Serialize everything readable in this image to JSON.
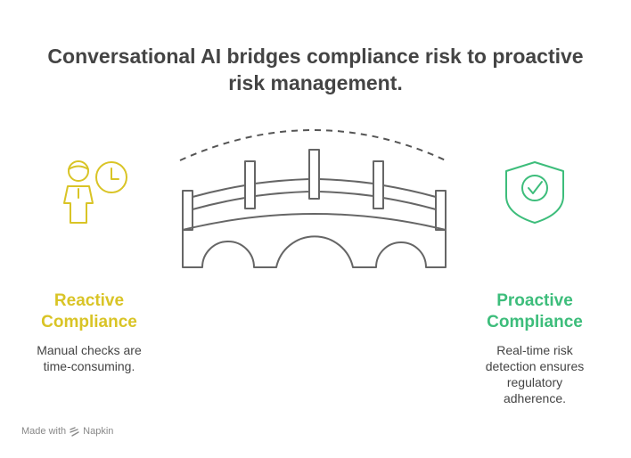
{
  "title": {
    "line1": "Conversational AI bridges compliance risk to proactive",
    "line2": "risk management."
  },
  "left": {
    "title_line1": "Reactive",
    "title_line2": "Compliance",
    "desc_line1": "Manual checks are",
    "desc_line2": "time-consuming.",
    "icon": "person-clock-icon",
    "color": "#d9c426"
  },
  "right": {
    "title_line1": "Proactive",
    "title_line2": "Compliance",
    "desc_line1": "Real-time risk",
    "desc_line2": "detection ensures",
    "desc_line3": "regulatory",
    "desc_line4": "adherence.",
    "icon": "shield-check-icon",
    "color": "#3dbd7b"
  },
  "center": {
    "icon": "bridge-icon",
    "arc": "dashed-arc"
  },
  "footer": {
    "made_with": "Made with",
    "brand": "Napkin"
  }
}
